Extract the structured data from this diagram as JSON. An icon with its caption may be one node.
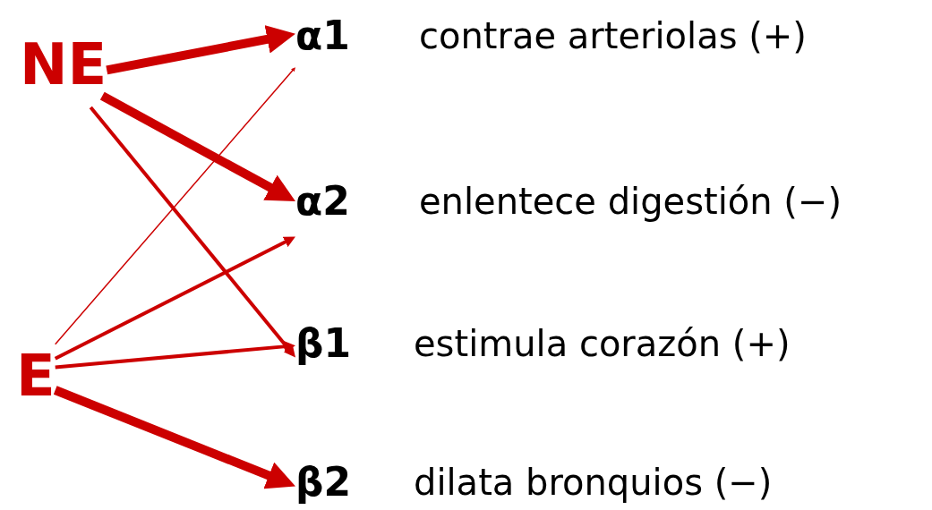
{
  "diagram": {
    "nodes": [
      {
        "text": [
          "NE"
        ]
      },
      {
        "text": [
          "E"
        ]
      },
      {
        "text": [
          "α1"
        ],
        "beside": [
          "contrae arteriolas (+)"
        ]
      },
      {
        "text": [
          "α2"
        ],
        "beside": [
          "enlentece digestión (−)"
        ]
      },
      {
        "text": [
          "β1"
        ],
        "beside": [
          "estimula corazón (+)"
        ]
      },
      {
        "text": [
          "β2"
        ],
        "beside": [
          "dilata bronquios (−)"
        ]
      }
    ],
    "edges": [
      {
        "from": 0,
        "to": 2,
        "arrow": "to",
        "style": "thick"
      },
      {
        "from": 0,
        "to": 3,
        "arrow": "to",
        "style": "thick"
      },
      {
        "from": 0,
        "to": 4,
        "arrow": "to"
      },
      {
        "from": 1,
        "to": 2,
        "arrow": "to"
      },
      {
        "from": 1,
        "to": 3,
        "arrow": "to"
      },
      {
        "from": 1,
        "to": 4,
        "arrow": "to"
      },
      {
        "from": 1,
        "to": 5,
        "arrow": "to",
        "style": "thick"
      }
    ]
  }
}
